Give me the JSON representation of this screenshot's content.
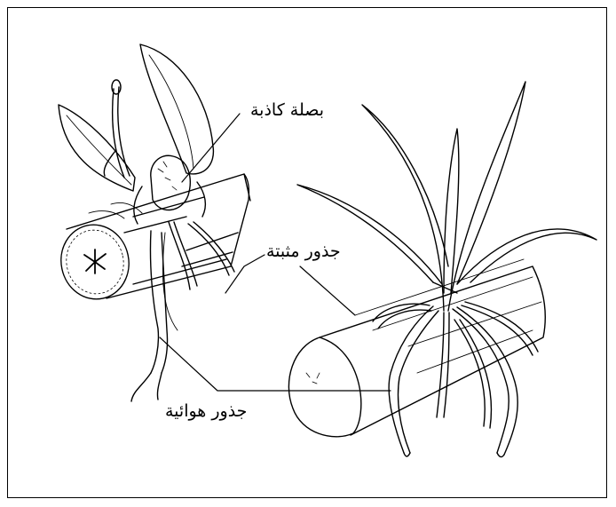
{
  "labels": {
    "pseudobulb": "بصلة كاذبة",
    "anchor_roots": "جذور مثبتة",
    "aerial_roots": "جذور هوائية"
  },
  "colors": {
    "ink": "#000000",
    "paper": "#ffffff"
  }
}
